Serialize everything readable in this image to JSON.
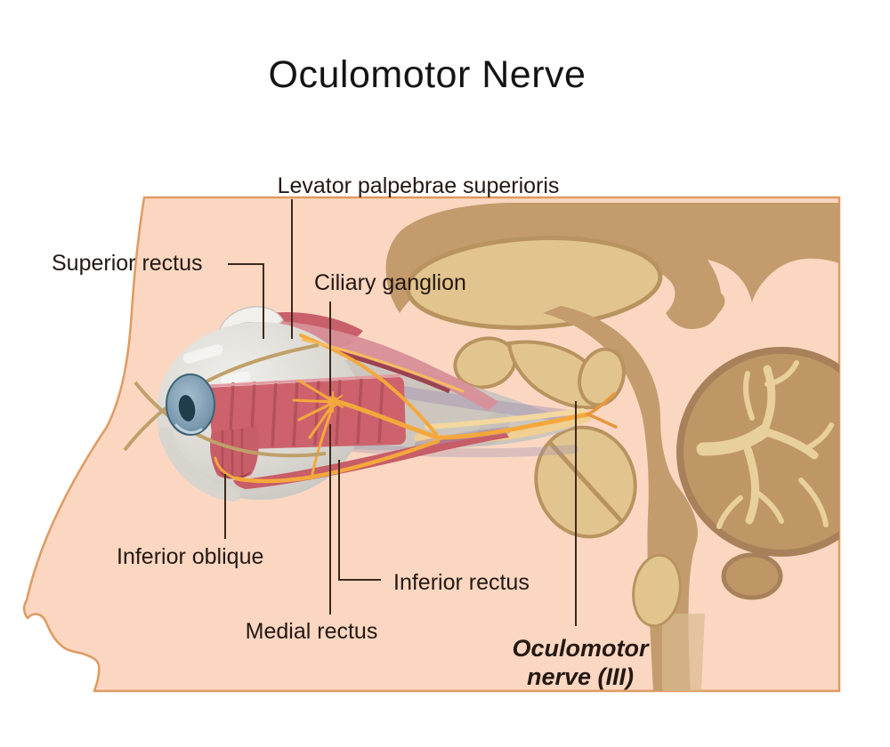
{
  "title": "Oculomotor Nerve",
  "labels": {
    "levator": "Levator palpebrae superioris",
    "superior_rectus": "Superior rectus",
    "ciliary_ganglion": "Ciliary ganglion",
    "inferior_oblique": "Inferior oblique",
    "inferior_rectus": "Inferior rectus",
    "medial_rectus": "Medial rectus",
    "oculomotor_line1": "Oculomotor",
    "oculomotor_line2": "nerve (III)"
  },
  "colors": {
    "background": "#ffffff",
    "skin": "#fbd7c2",
    "skin_outline": "#e09a60",
    "brain_dark_tan": "#c39b6d",
    "brain_light_tan": "#e2c58e",
    "brain_rim": "#b9935f",
    "cerebellum_fill": "#bf9766",
    "cerebellum_rim": "#a8815a",
    "cerebellum_branches": "#e8d09c",
    "muscle_red": "#cd5f68",
    "muscle_red_dark": "#9c4350",
    "nerve_yellow": "#f4a83c",
    "nerve_pale": "#f0cf92",
    "eye_sclera": "#d9d6d0",
    "iris_blue": "#7b9ab0",
    "pupil": "#203d4b",
    "eyelid_tan": "#bfa06a",
    "fascia_purple": "#a18fb0",
    "label_text": "#241812",
    "label_line": "#3b2a1b"
  }
}
